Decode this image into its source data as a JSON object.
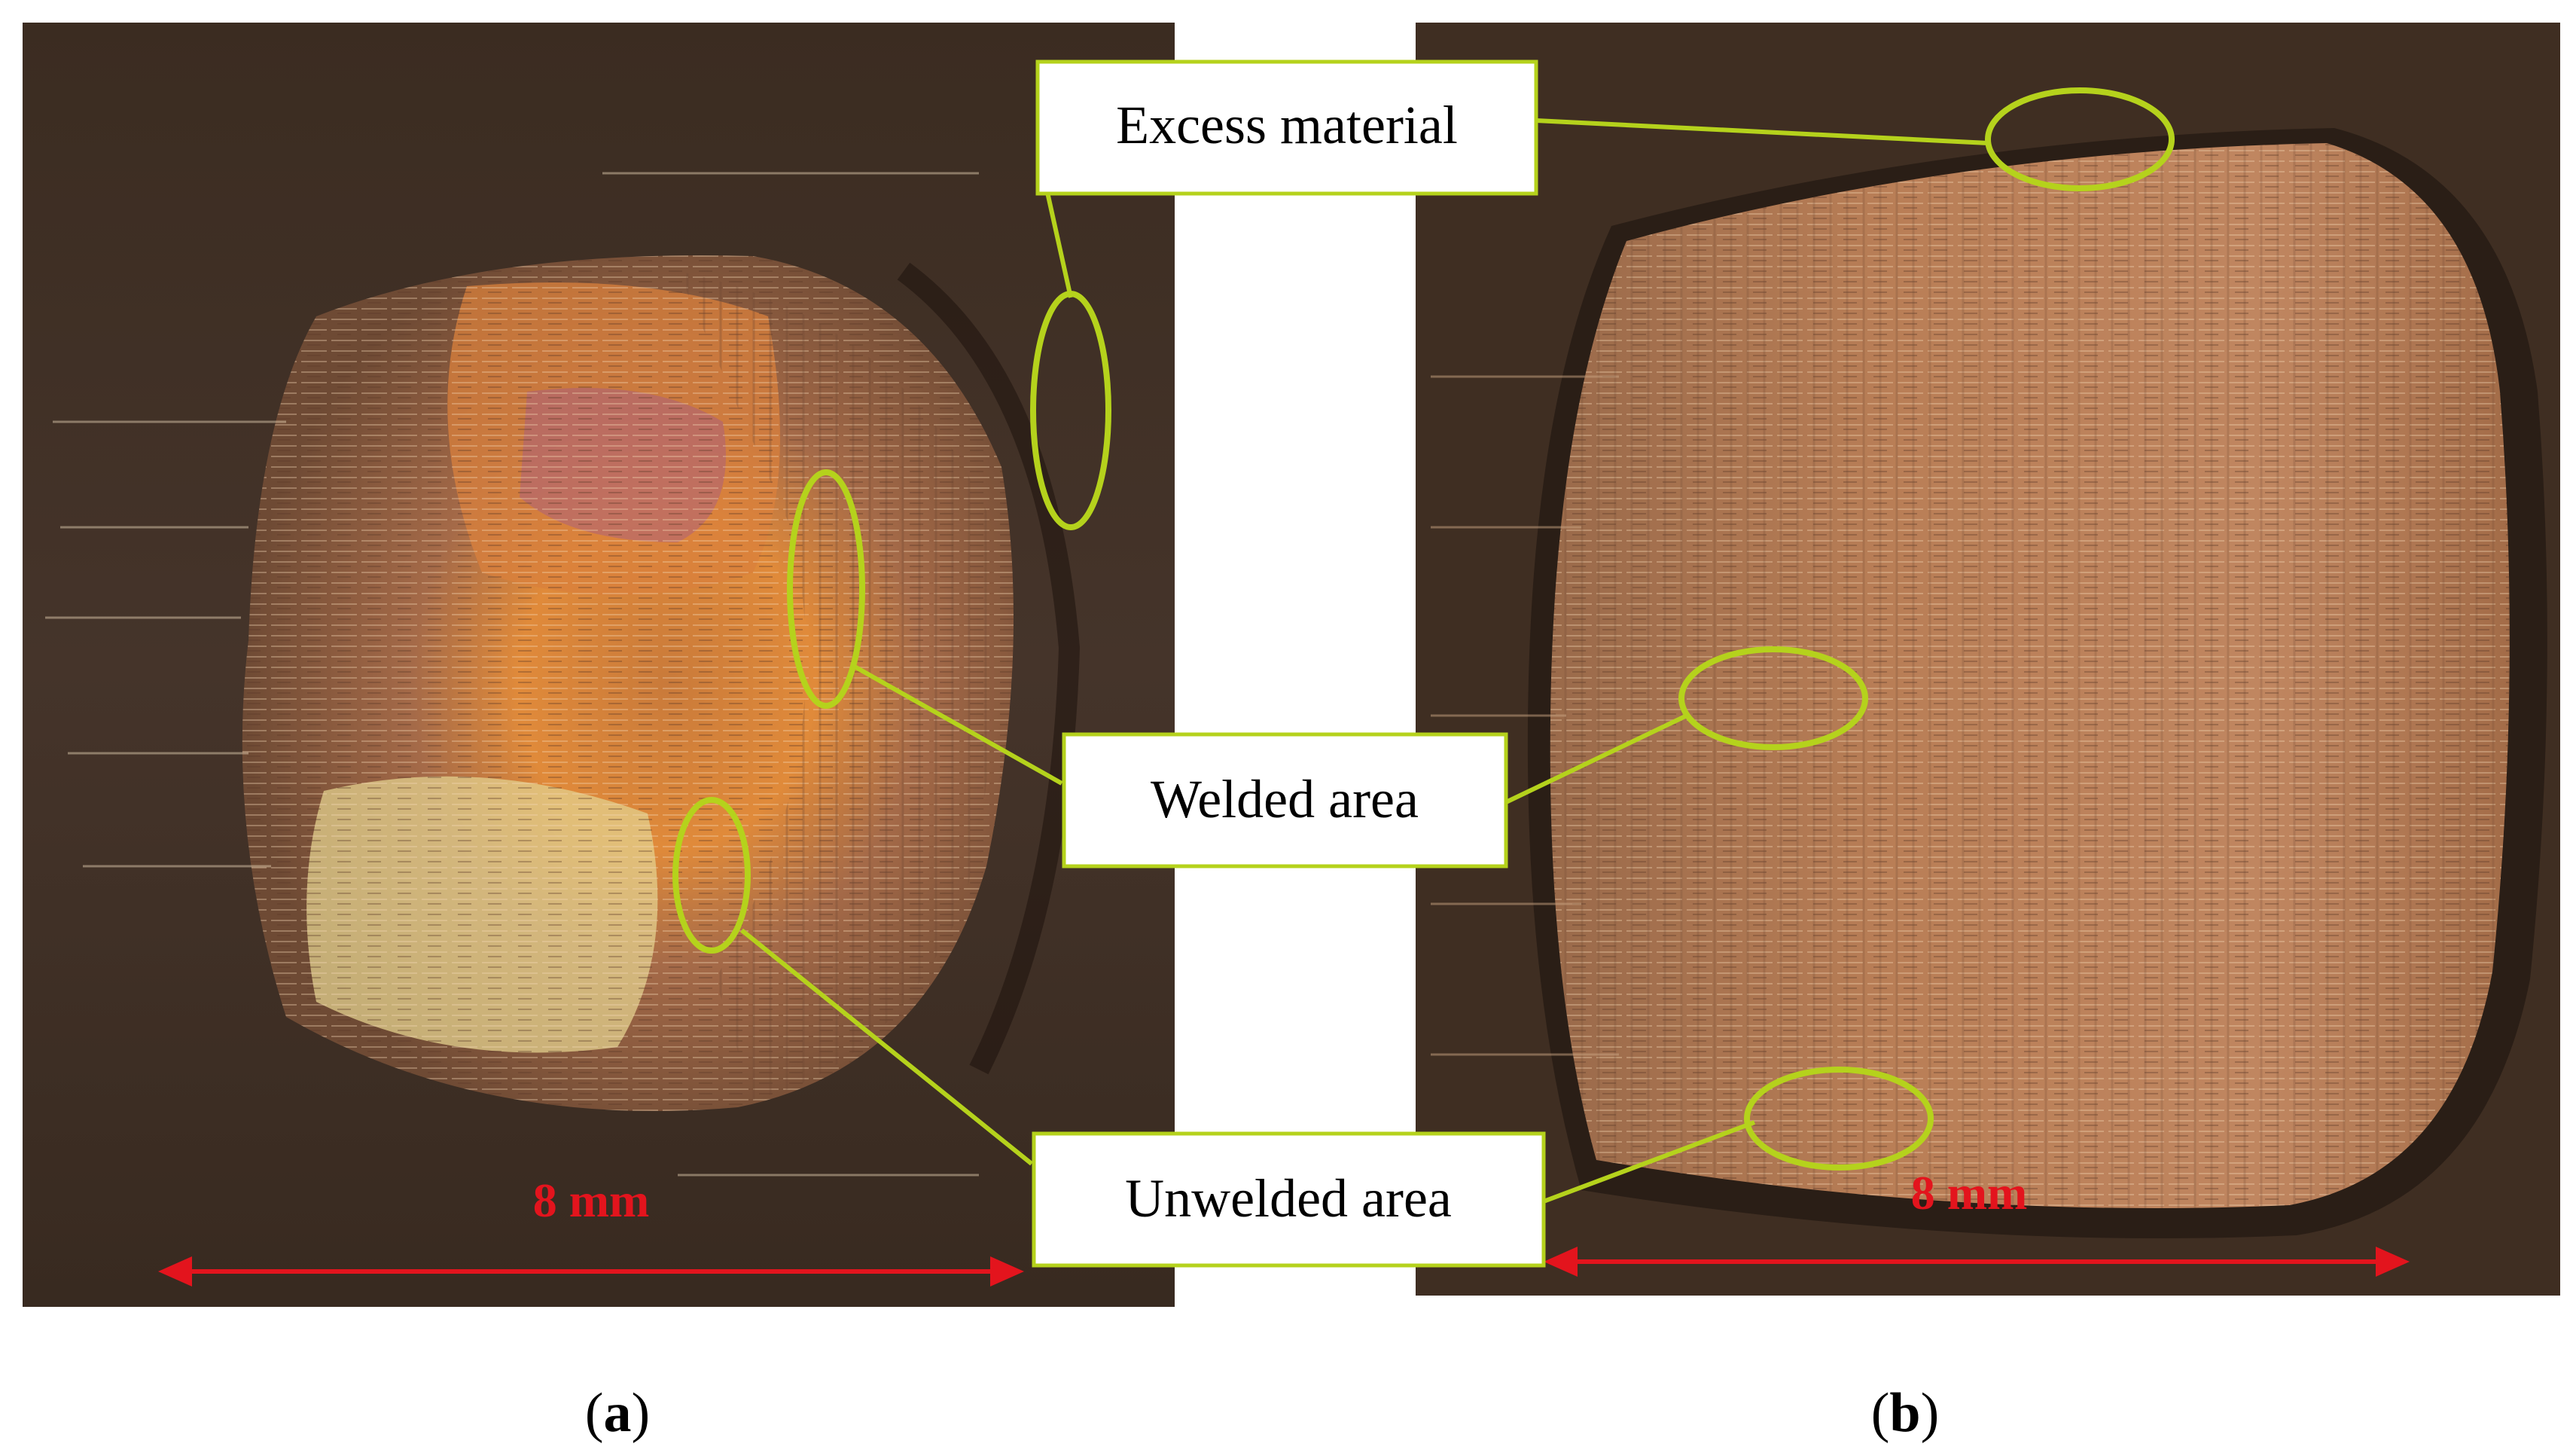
{
  "panels": [
    {
      "id": "a",
      "caption_open": "(",
      "caption_letter": "a",
      "caption_close": ")",
      "scale_label": "8 mm"
    },
    {
      "id": "b",
      "caption_open": "(",
      "caption_letter": "b",
      "caption_close": ")",
      "scale_label": "8 mm"
    }
  ],
  "callouts": {
    "excess": "Excess material",
    "welded": "Welded area",
    "unwelded": "Unwelded area"
  },
  "colors": {
    "annotation_green": "#b5d21c",
    "scale_red": "#e3141d",
    "base_metal_dark": "#3f2e22",
    "weld_copper_b": "#b5794f",
    "callout_border": "#b5d21c"
  }
}
